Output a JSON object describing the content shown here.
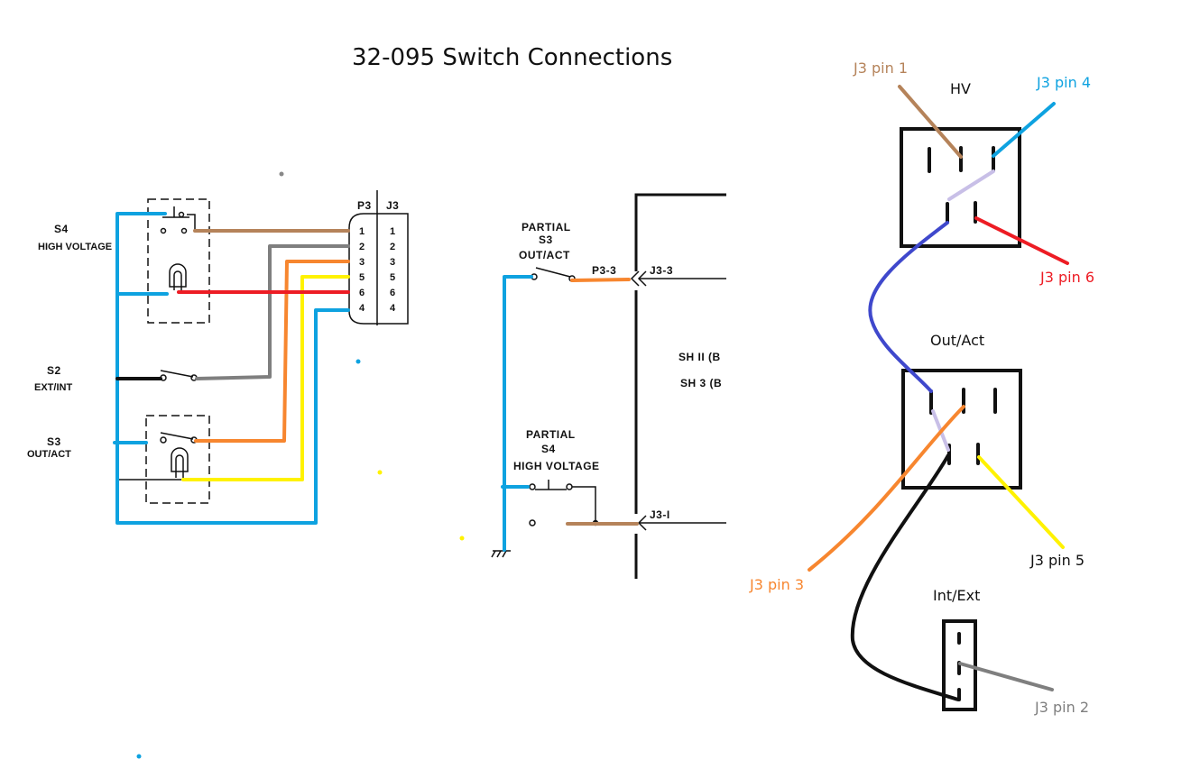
{
  "title": "32-095 Switch Connections",
  "colors": {
    "brown": "#b5835a",
    "gray": "#7f7f7f",
    "orange": "#f7862f",
    "yellow": "#fff200",
    "red": "#ed1c24",
    "blue": "#0ea2e0",
    "black": "#111111",
    "indigo": "#3f48cc",
    "lavender": "#c8bfe7"
  },
  "left_schematic": {
    "switches": [
      {
        "id": "S4",
        "name": "S4",
        "desc": "HIGH VOLTAGE"
      },
      {
        "id": "S2",
        "name": "S2",
        "desc": "EXT/INT"
      },
      {
        "id": "S3",
        "name": "S3",
        "desc": "OUT/ACT"
      }
    ],
    "connector": {
      "header_left": "P3",
      "header_right": "J3",
      "pins_p3": [
        "1",
        "2",
        "3",
        "5",
        "6",
        "4"
      ],
      "pins_j3": [
        "1",
        "2",
        "3",
        "5",
        "6",
        "4"
      ],
      "wire_colors": [
        "brown",
        "gray",
        "orange",
        "yellow",
        "red",
        "blue"
      ]
    }
  },
  "middle_schematic": {
    "partial_s3": {
      "line1": "PARTIAL",
      "line2": "S3",
      "line3": "OUT/ACT"
    },
    "p3_label": "P3-3",
    "j3_3_label": "J3-3",
    "sheet_ref_1": "SH II (B",
    "sheet_ref_2": "SH 3 (B",
    "partial_s4": {
      "line1": "PARTIAL",
      "line2": "S4",
      "line3": "HIGH VOLTAGE"
    },
    "j3_1_label": "J3-I"
  },
  "right_wiring": {
    "hv": {
      "label": "HV",
      "pin1": "J3 pin 1",
      "pin4": "J3 pin 4",
      "pin6": "J3 pin 6"
    },
    "out_act": {
      "label": "Out/Act",
      "pin3": "J3 pin 3",
      "pin5": "J3 pin 5"
    },
    "int_ext": {
      "label": "Int/Ext",
      "pin2": "J3 pin 2"
    }
  }
}
